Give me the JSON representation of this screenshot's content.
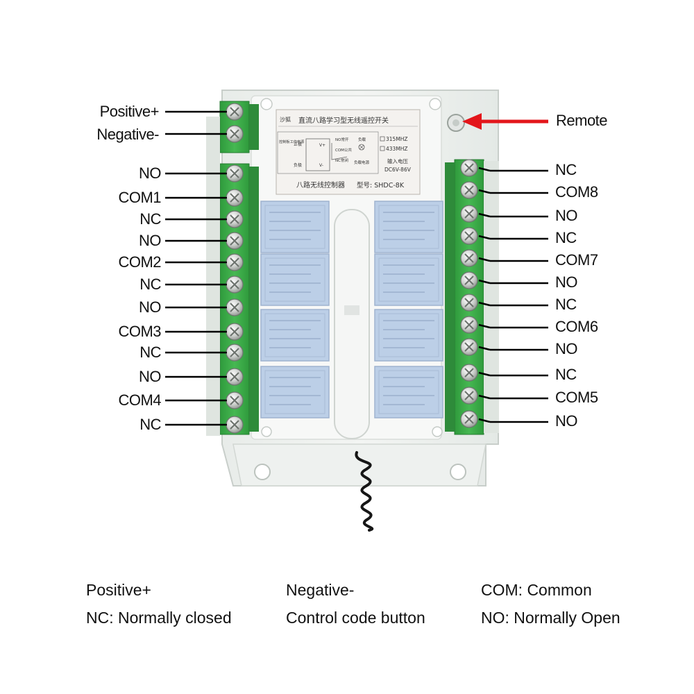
{
  "power_labels": [
    "Positive+",
    "Negative-"
  ],
  "left_terminals": [
    "NO",
    "COM1",
    "NC",
    "NO",
    "COM2",
    "NC",
    "NO",
    "COM3",
    "NC",
    "NO",
    "COM4",
    "NC"
  ],
  "right_terminals": [
    "NC",
    "COM8",
    "NO",
    "NC",
    "COM7",
    "NO",
    "NC",
    "COM6",
    "NO",
    "NC",
    "COM5",
    "NO"
  ],
  "remote_label": "Remote",
  "device_label": {
    "brand": "沙狐",
    "title": "直流八路学习型无线遥控开关",
    "freq1": "315MHZ",
    "freq2": "433MHZ",
    "input_voltage_label": "输入电压",
    "input_voltage": "DC6V-86V",
    "controller_name": "八路无线控制器",
    "model": "型号: SHDC-8K",
    "wiring": {
      "positive": "正极",
      "negative": "负极",
      "v_plus": "V+",
      "v_minus": "V-",
      "board_power": "控制板工作电源",
      "no_contact": "NO常开",
      "com": "COM公共",
      "nc_contact": "NC常闭",
      "load": "负载",
      "load_power": "负载电源"
    }
  },
  "legend": [
    [
      "Positive+",
      "Negative-",
      "COM: Common"
    ],
    [
      "NC: Normally closed",
      "Control code button",
      "NO: Normally Open"
    ]
  ],
  "colors": {
    "terminal_green": "#3fae4a",
    "terminal_dark": "#2e8b3a",
    "arrow_red": "#e3161b",
    "relay_blue": "#b9cde6"
  }
}
